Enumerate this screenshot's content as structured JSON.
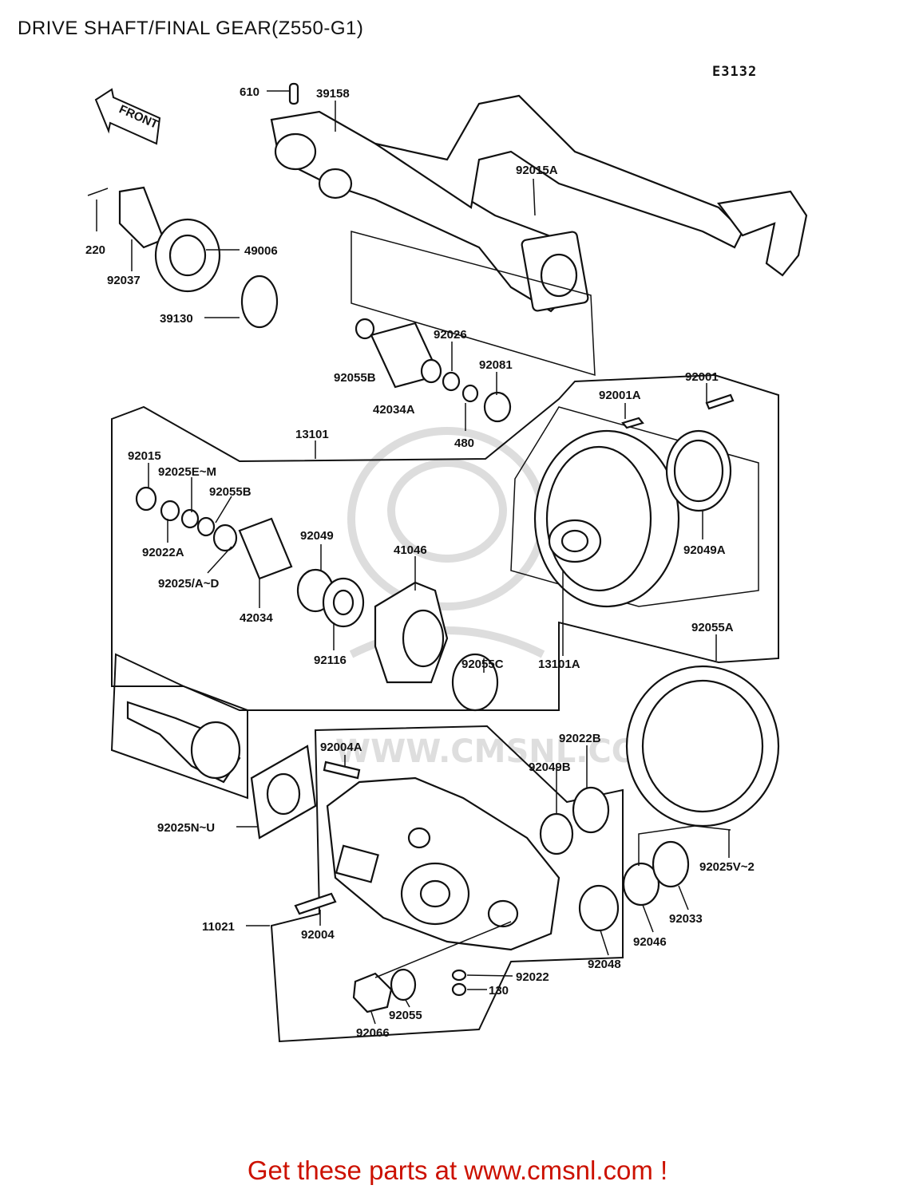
{
  "title": "DRIVE SHAFT/FINAL GEAR(Z550-G1)",
  "diagram_code": "E3132",
  "front_arrow_label": "FRONT",
  "watermark_text": "WWW.CMSNL.COM",
  "footer_text": "Get these parts at www.cmsnl.com !",
  "colors": {
    "footer": "#cc1100",
    "line": "#111111",
    "watermark": "#dddddd"
  },
  "parts": [
    {
      "id": "p610",
      "label": "610"
    },
    {
      "id": "p39158",
      "label": "39158"
    },
    {
      "id": "p92015A",
      "label": "92015A"
    },
    {
      "id": "p220",
      "label": "220"
    },
    {
      "id": "p92037",
      "label": "92037"
    },
    {
      "id": "p49006",
      "label": "49006"
    },
    {
      "id": "p39130",
      "label": "39130"
    },
    {
      "id": "p92026",
      "label": "92026"
    },
    {
      "id": "p92081",
      "label": "92081"
    },
    {
      "id": "p92055B_top",
      "label": "92055B"
    },
    {
      "id": "p42034A",
      "label": "42034A"
    },
    {
      "id": "p480",
      "label": "480"
    },
    {
      "id": "p92001A",
      "label": "92001A"
    },
    {
      "id": "p92001",
      "label": "92001"
    },
    {
      "id": "p13101",
      "label": "13101"
    },
    {
      "id": "p92015",
      "label": "92015"
    },
    {
      "id": "p92025EM",
      "label": "92025E~M"
    },
    {
      "id": "p92055B",
      "label": "92055B"
    },
    {
      "id": "p92022A",
      "label": "92022A"
    },
    {
      "id": "p92049",
      "label": "92049"
    },
    {
      "id": "p41046",
      "label": "41046"
    },
    {
      "id": "p92025AD",
      "label": "92025/A~D"
    },
    {
      "id": "p42034",
      "label": "42034"
    },
    {
      "id": "p92049A",
      "label": "92049A"
    },
    {
      "id": "p92055C",
      "label": "92055C"
    },
    {
      "id": "p92116",
      "label": "92116"
    },
    {
      "id": "p13101A",
      "label": "13101A"
    },
    {
      "id": "p92055A",
      "label": "92055A"
    },
    {
      "id": "p92004A",
      "label": "92004A"
    },
    {
      "id": "p92022B",
      "label": "92022B"
    },
    {
      "id": "p92049B",
      "label": "92049B"
    },
    {
      "id": "p92025NU",
      "label": "92025N~U"
    },
    {
      "id": "p92025V2",
      "label": "92025V~2"
    },
    {
      "id": "p11021",
      "label": "11021"
    },
    {
      "id": "p92004",
      "label": "92004"
    },
    {
      "id": "p92033",
      "label": "92033"
    },
    {
      "id": "p92046",
      "label": "92046"
    },
    {
      "id": "p92048",
      "label": "92048"
    },
    {
      "id": "p92022",
      "label": "92022"
    },
    {
      "id": "p130",
      "label": "130"
    },
    {
      "id": "p92055",
      "label": "92055"
    },
    {
      "id": "p92066",
      "label": "92066"
    }
  ]
}
